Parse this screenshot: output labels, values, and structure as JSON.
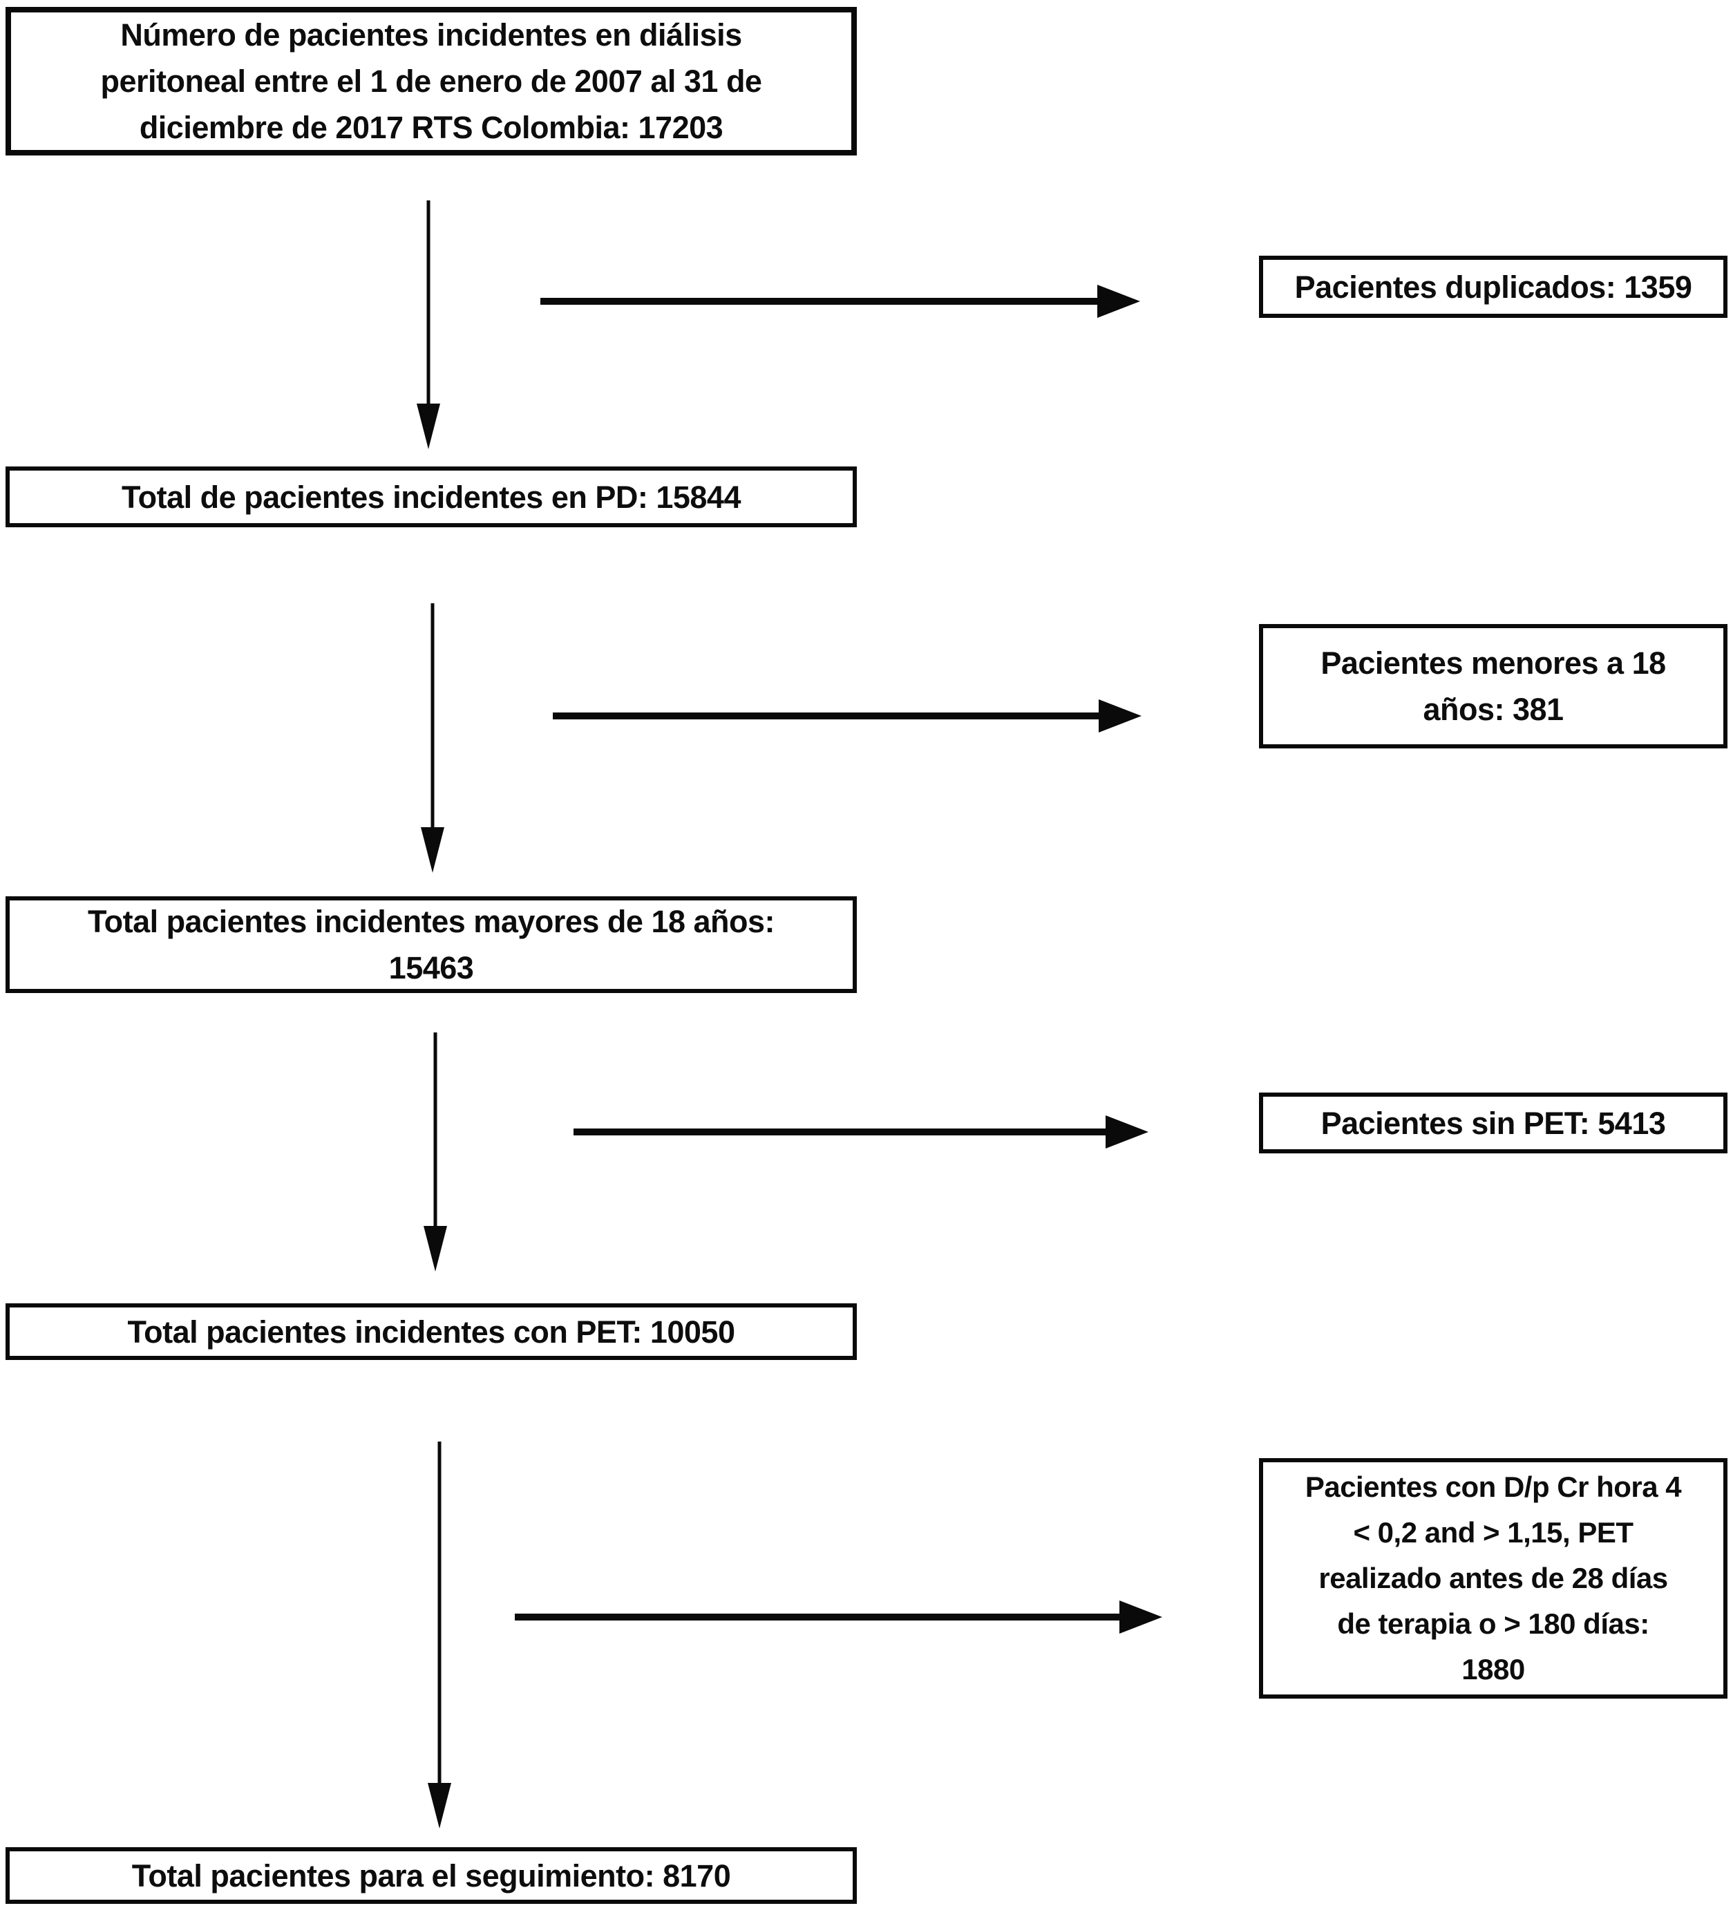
{
  "diagram": {
    "main_flow": [
      {
        "id": "incident-pd-population",
        "text": "Número de pacientes incidentes en diálisis\nperitoneal entre el 1 de enero de 2007 al 31 de\ndiciembre de 2017 RTS Colombia: 17203",
        "count": 17203
      },
      {
        "id": "total-incident-pd",
        "text": "Total de pacientes incidentes en PD: 15844",
        "count": 15844
      },
      {
        "id": "total-incident-over-18",
        "text": "Total pacientes incidentes mayores de 18 años:\n15463",
        "count": 15463
      },
      {
        "id": "total-incident-with-pet",
        "text": "Total pacientes incidentes con PET: 10050",
        "count": 10050
      },
      {
        "id": "total-follow-up",
        "text": "Total pacientes para el seguimiento: 8170",
        "count": 8170
      }
    ],
    "exclusions": [
      {
        "id": "duplicated-patients",
        "text": "Pacientes duplicados: 1359",
        "count": 1359
      },
      {
        "id": "patients-under-18",
        "text": "Pacientes menores a 18\naños: 381",
        "count": 381
      },
      {
        "id": "patients-without-pet",
        "text": "Pacientes sin PET: 5413",
        "count": 5413
      },
      {
        "id": "patients-invalid-pet",
        "text": "Pacientes con D/p Cr hora 4\n< 0,2 and > 1,15, PET\nrealizado antes de 28 días\nde terapia o > 180 días:\n1880",
        "count": 1880
      }
    ],
    "colors": {
      "line": "#0a0a0a",
      "text": "#0d0d0d",
      "background": "#ffffff"
    }
  }
}
